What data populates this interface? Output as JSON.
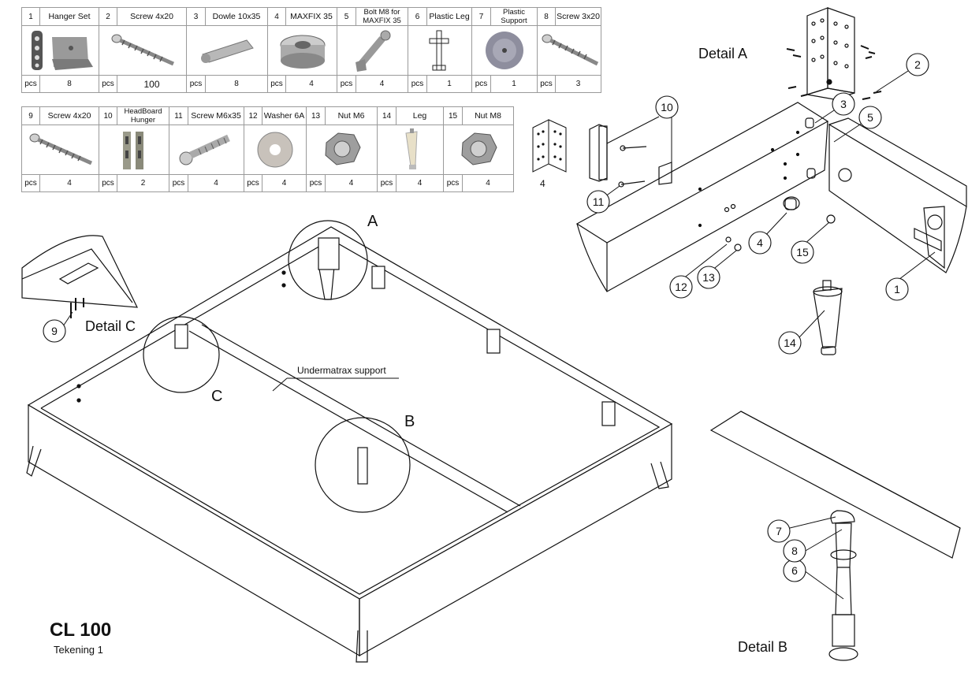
{
  "parts_row1": [
    {
      "no": "1",
      "name": "Hanger Set",
      "unit": "pcs",
      "qty": "8"
    },
    {
      "no": "2",
      "name": "Screw 4x20",
      "unit": "pcs",
      "qty": "100"
    },
    {
      "no": "3",
      "name": "Dowle 10x35",
      "unit": "pcs",
      "qty": "8"
    },
    {
      "no": "4",
      "name": "MAXFIX 35",
      "unit": "pcs",
      "qty": "4"
    },
    {
      "no": "5",
      "name": "Bolt M8 for MAXFIX 35",
      "unit": "pcs",
      "qty": "4"
    },
    {
      "no": "6",
      "name": "Plastic Leg",
      "unit": "pcs",
      "qty": "1"
    },
    {
      "no": "7",
      "name": "Plastic Support",
      "unit": "pcs",
      "qty": "1"
    },
    {
      "no": "8",
      "name": "Screw 3x20",
      "unit": "pcs",
      "qty": "3"
    }
  ],
  "parts_row2": [
    {
      "no": "9",
      "name": "Screw 4x20",
      "unit": "pcs",
      "qty": "4"
    },
    {
      "no": "10",
      "name": "HeadBoard Hunger",
      "unit": "pcs",
      "qty": "2"
    },
    {
      "no": "11",
      "name": "Screw M6x35",
      "unit": "pcs",
      "qty": "4"
    },
    {
      "no": "12",
      "name": "Washer 6A",
      "unit": "pcs",
      "qty": "4"
    },
    {
      "no": "13",
      "name": "Nut M6",
      "unit": "pcs",
      "qty": "4"
    },
    {
      "no": "14",
      "name": "Leg",
      "unit": "pcs",
      "qty": "4"
    },
    {
      "no": "15",
      "name": "Nut M8",
      "unit": "pcs",
      "qty": "4"
    }
  ],
  "bracket_qty": "4",
  "drawing": {
    "title": "CL 100",
    "subtitle": "Tekening 1"
  },
  "labels": {
    "detail_a": "Detail A",
    "detail_b": "Detail B",
    "detail_c": "Detail C",
    "letter_a": "A",
    "letter_b": "B",
    "letter_c": "C",
    "support": "Undermatrax support"
  },
  "callouts": {
    "c1": "1",
    "c2": "2",
    "c3": "3",
    "c4": "4",
    "c5": "5",
    "c6": "6",
    "c7": "7",
    "c8": "8",
    "c9": "9",
    "c10": "10",
    "c11": "11",
    "c12": "12",
    "c13": "13",
    "c14": "14",
    "c15": "15"
  }
}
